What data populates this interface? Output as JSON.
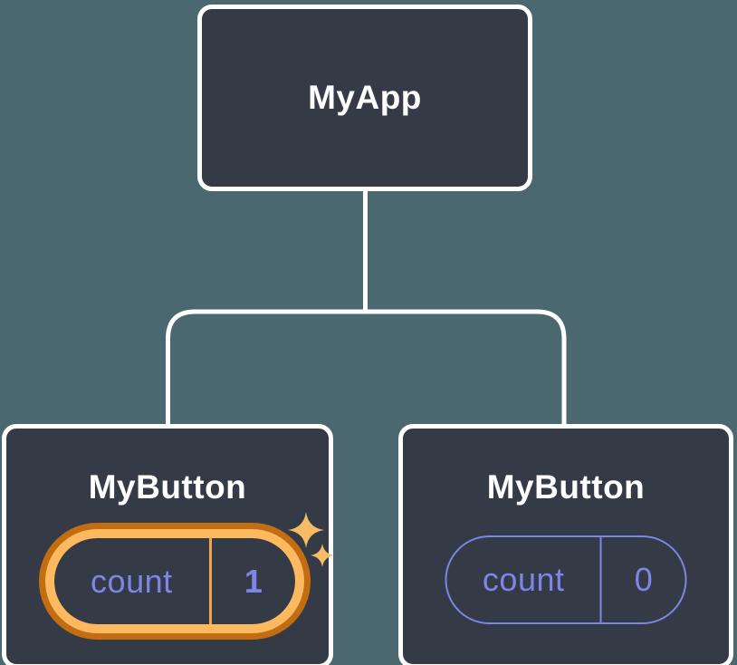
{
  "tree": {
    "root": {
      "label": "MyApp"
    },
    "children": [
      {
        "label": "MyButton",
        "state_key": "count",
        "state_value": "1",
        "highlighted": true,
        "icon": "sparkles-icon"
      },
      {
        "label": "MyButton",
        "state_key": "count",
        "state_value": "0",
        "highlighted": false
      }
    ]
  },
  "colors": {
    "background": "#4b6770",
    "node_fill": "#343a46",
    "node_border": "#ffffff",
    "connector": "#ffffff",
    "state_text": "#7e85e6",
    "pill_border": "#7e85e6",
    "highlight_ring_outer": "#c26d11",
    "highlight_ring_inner": "#fcb95f",
    "highlight_divider": "#f3a64a",
    "sparkle": "#f6bb64"
  }
}
